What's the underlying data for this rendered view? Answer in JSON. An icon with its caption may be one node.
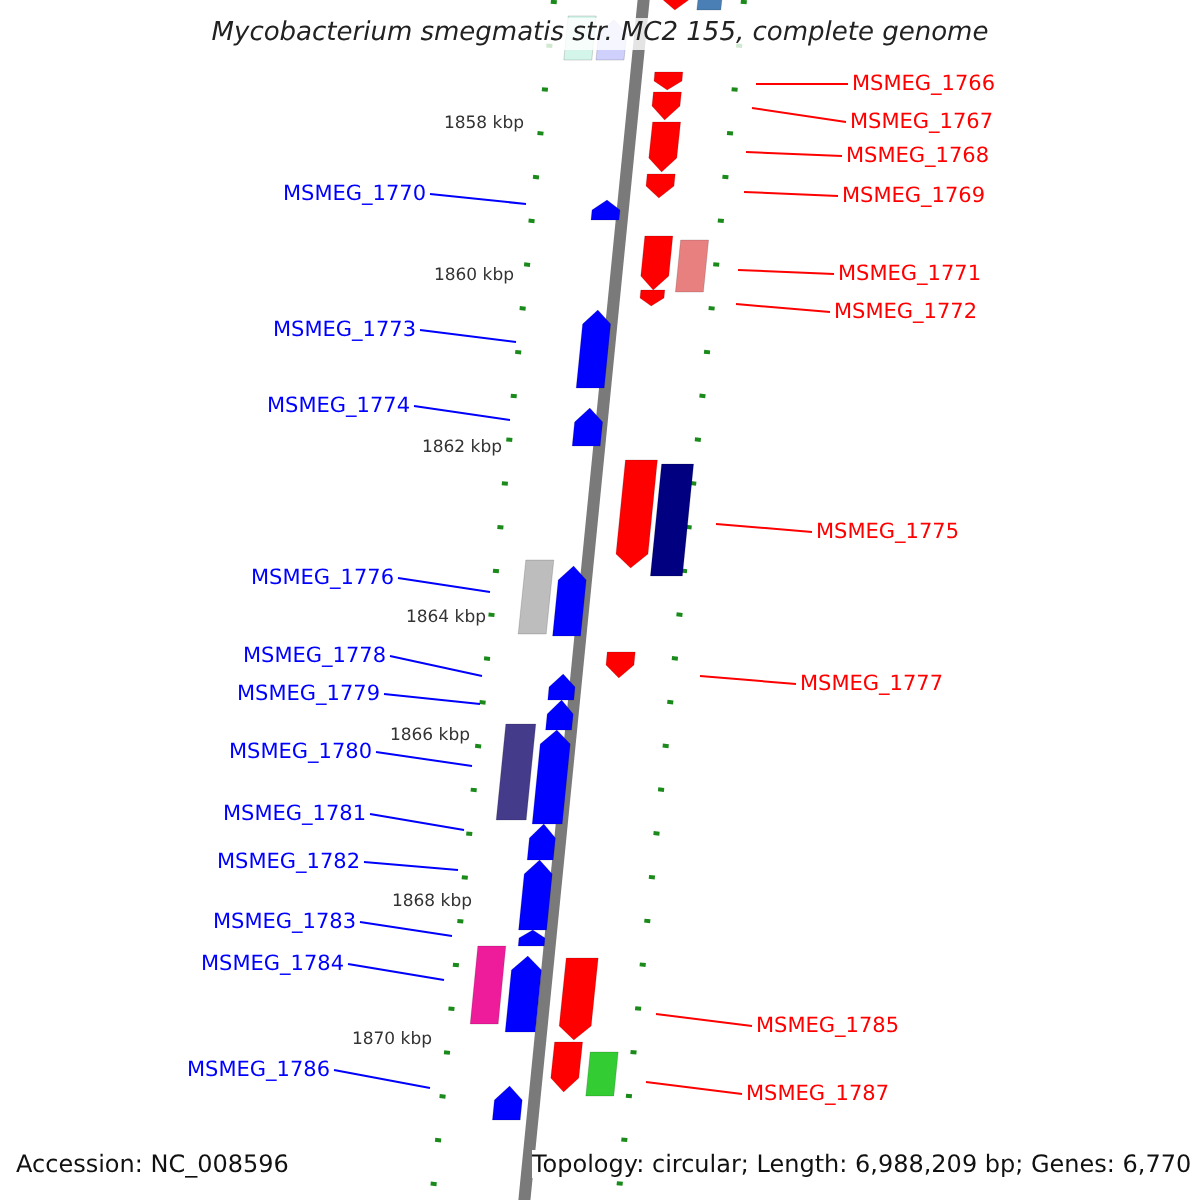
{
  "diagram": {
    "title": "Mycobacterium smegmatis str. MC2 155, complete genome",
    "nodes": [
      {
        "text": [
          "MSMEG_1766"
        ]
      },
      {
        "text": [
          "MSMEG_1767"
        ]
      },
      {
        "text": [
          "MSMEG_1768"
        ]
      },
      {
        "text": [
          "MSMEG_1769"
        ]
      },
      {
        "text": [
          "MSMEG_1770"
        ]
      },
      {
        "text": [
          "MSMEG_1771"
        ]
      },
      {
        "text": [
          "MSMEG_1772"
        ]
      },
      {
        "text": [
          "MSMEG_1773"
        ]
      },
      {
        "text": [
          "MSMEG_1774"
        ]
      },
      {
        "text": [
          "MSMEG_1775"
        ]
      },
      {
        "text": [
          "MSMEG_1776"
        ]
      },
      {
        "text": [
          "MSMEG_1777"
        ]
      },
      {
        "text": [
          "MSMEG_1778"
        ]
      },
      {
        "text": [
          "MSMEG_1779"
        ]
      },
      {
        "text": [
          "MSMEG_1780"
        ]
      },
      {
        "text": [
          "MSMEG_1781"
        ]
      },
      {
        "text": [
          "MSMEG_1782"
        ]
      },
      {
        "text": [
          "MSMEG_1783"
        ]
      },
      {
        "text": [
          "MSMEG_1784"
        ]
      },
      {
        "text": [
          "MSMEG_1785"
        ]
      },
      {
        "text": [
          "MSMEG_1786"
        ]
      },
      {
        "text": [
          "MSMEG_1787"
        ]
      }
    ],
    "edges": [
      {
        "from": 0,
        "to": null,
        "arrow": "none",
        "color": "#ff0000"
      },
      {
        "from": 1,
        "to": null,
        "arrow": "none",
        "color": "#ff0000"
      },
      {
        "from": 2,
        "to": null,
        "arrow": "none",
        "color": "#ff0000"
      },
      {
        "from": 3,
        "to": null,
        "arrow": "none",
        "color": "#ff0000"
      },
      {
        "from": 4,
        "to": null,
        "arrow": "none"
      },
      {
        "from": 5,
        "to": null,
        "arrow": "none",
        "color": "#ff0000"
      },
      {
        "from": 6,
        "to": null,
        "arrow": "none",
        "color": "#ff0000"
      },
      {
        "from": 7,
        "to": null,
        "arrow": "none"
      },
      {
        "from": 8,
        "to": null,
        "arrow": "none"
      },
      {
        "from": 9,
        "to": null,
        "arrow": "none",
        "color": "#ff0000"
      },
      {
        "from": 10,
        "to": null,
        "arrow": "none"
      },
      {
        "from": 11,
        "to": null,
        "arrow": "none",
        "color": "#ff0000"
      },
      {
        "from": 12,
        "to": null,
        "arrow": "none"
      },
      {
        "from": 13,
        "to": null,
        "arrow": "none"
      },
      {
        "from": 14,
        "to": null,
        "arrow": "none"
      },
      {
        "from": 15,
        "to": null,
        "arrow": "none"
      },
      {
        "from": 16,
        "to": null,
        "arrow": "none"
      },
      {
        "from": 17,
        "to": null,
        "arrow": "none"
      },
      {
        "from": 18,
        "to": null,
        "arrow": "none"
      },
      {
        "from": 19,
        "to": null,
        "arrow": "none",
        "color": "#ff0000"
      },
      {
        "from": 20,
        "to": null,
        "arrow": "none"
      },
      {
        "from": 21,
        "to": null,
        "arrow": "none",
        "color": "#ff0000"
      }
    ],
    "labels": [
      "1858 kbp",
      "1860 kbp",
      "1862 kbp",
      "1864 kbp",
      "1866 kbp",
      "1868 kbp",
      "1870 kbp",
      "Accession: NC_008596",
      "Topology: circular; Length: 6,988,209 bp; Genes: 6,770"
    ]
  }
}
